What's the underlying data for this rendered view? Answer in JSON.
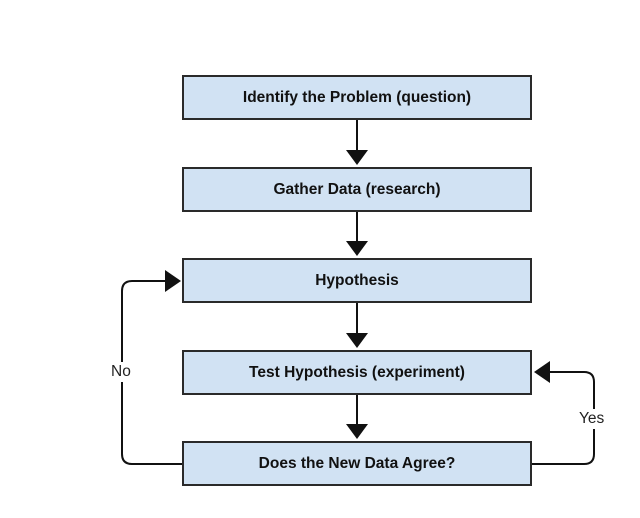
{
  "diagram": {
    "type": "flowchart",
    "nodes": [
      {
        "id": "identify",
        "label": "Identify the Problem (question)"
      },
      {
        "id": "gather",
        "label": "Gather Data (research)"
      },
      {
        "id": "hypothesis",
        "label": "Hypothesis"
      },
      {
        "id": "test",
        "label": "Test Hypothesis (experiment)"
      },
      {
        "id": "agree",
        "label": "Does the New Data Agree?"
      }
    ],
    "edges": [
      {
        "from": "identify",
        "to": "gather",
        "label": ""
      },
      {
        "from": "gather",
        "to": "hypothesis",
        "label": ""
      },
      {
        "from": "hypothesis",
        "to": "test",
        "label": ""
      },
      {
        "from": "test",
        "to": "agree",
        "label": ""
      },
      {
        "from": "agree",
        "to": "hypothesis",
        "label": "No"
      },
      {
        "from": "agree",
        "to": "test",
        "label": "Yes"
      }
    ],
    "colors": {
      "node_fill": "#d1e2f3",
      "node_border": "#2a2a2a",
      "connector": "#111111"
    }
  }
}
